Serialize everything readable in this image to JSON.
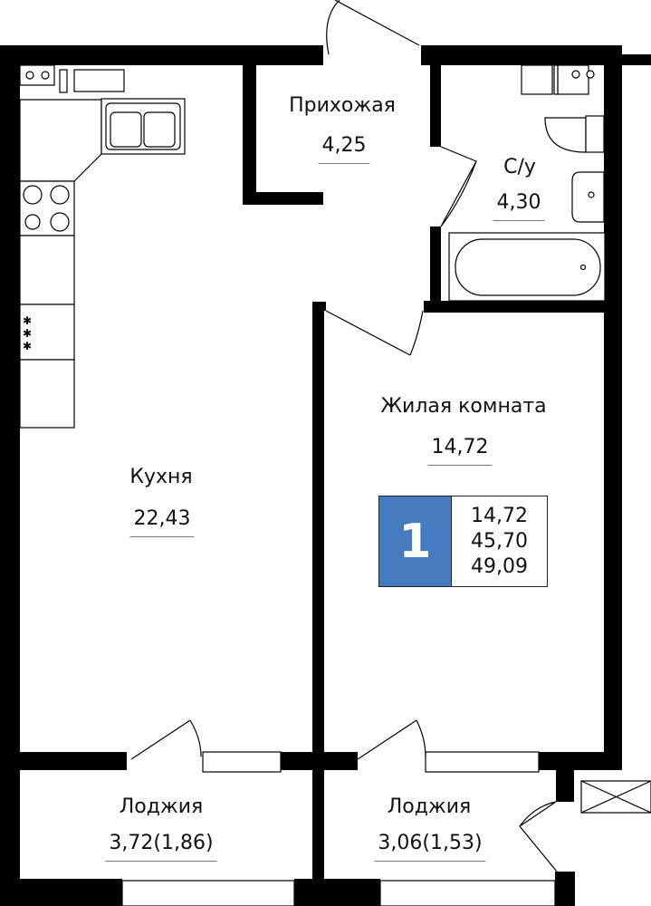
{
  "rooms": {
    "hallway": {
      "name": "Прихожая",
      "area": "4,25"
    },
    "bathroom": {
      "name": "С/у",
      "area": "4,30"
    },
    "living": {
      "name": "Жилая комната",
      "area": "14,72"
    },
    "kitchen": {
      "name": "Кухня",
      "area": "22,43"
    },
    "loggia_left": {
      "name": "Лоджия",
      "area": "3,72(1,86)"
    },
    "loggia_right": {
      "name": "Лоджия",
      "area": "3,06(1,53)"
    }
  },
  "badge": {
    "rooms_count": "1",
    "living_area": "14,72",
    "total_area": "45,70",
    "total_with_loggia": "49,09",
    "color": "#457cc0"
  }
}
